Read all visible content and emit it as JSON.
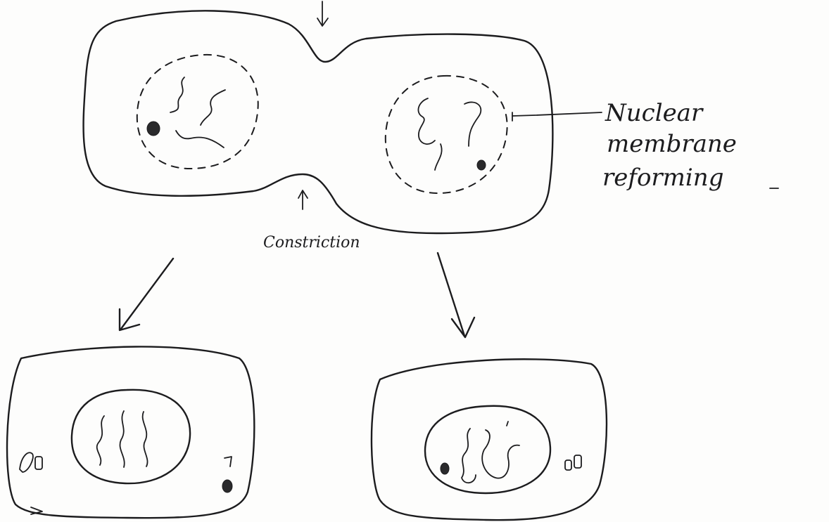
{
  "labels": {
    "nuclear_membrane": [
      "Nuclear",
      "membrane",
      "reforming"
    ],
    "constriction": "Constriction"
  }
}
